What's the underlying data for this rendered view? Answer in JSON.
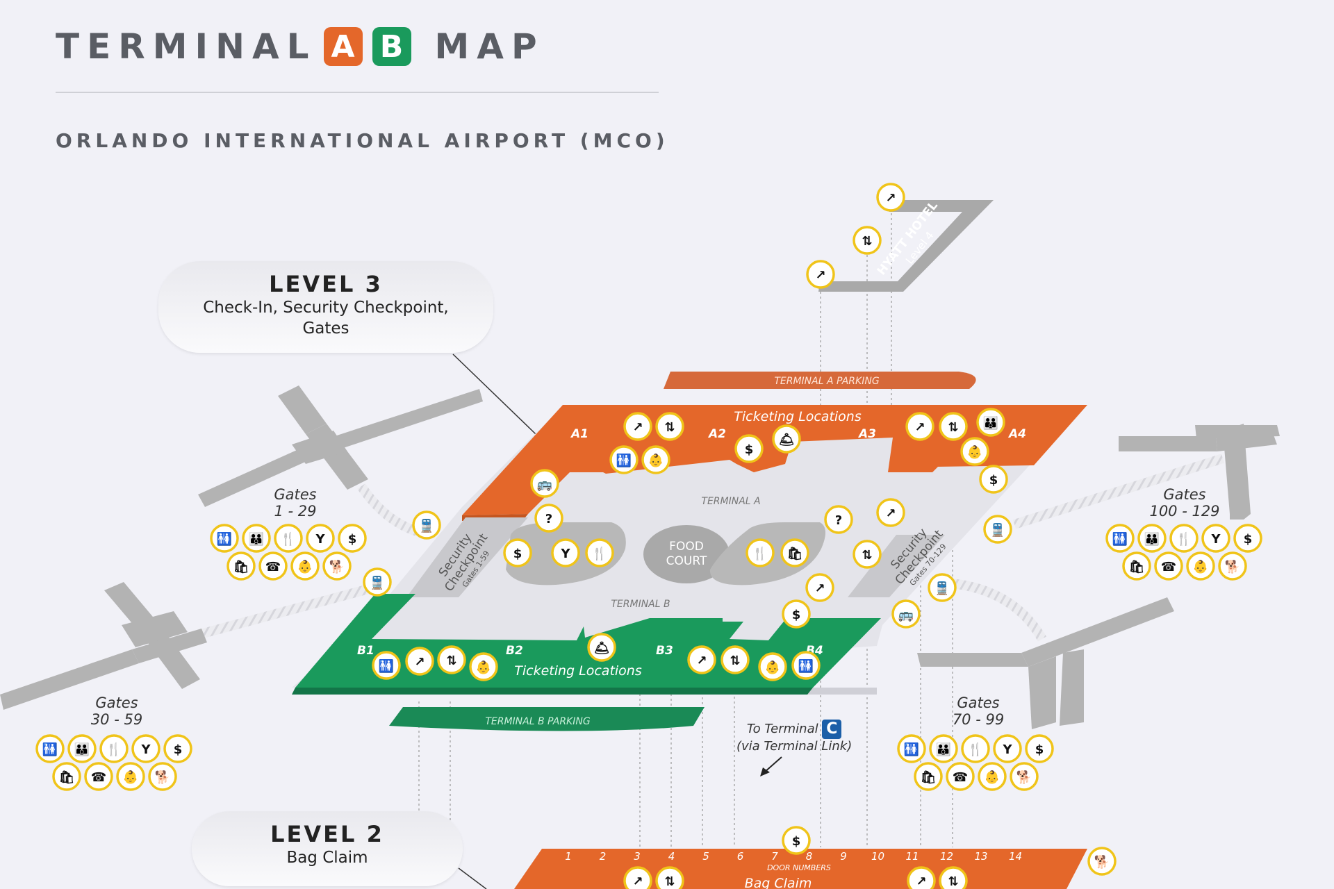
{
  "header": {
    "title_left": "TERMINAL",
    "badge_a": "A",
    "badge_b": "B",
    "title_right": "MAP",
    "subtitle": "ORLANDO INTERNATIONAL AIRPORT (MCO)"
  },
  "level3": {
    "title": "LEVEL 3",
    "line1": "Check-In, Security Checkpoint,",
    "line2": "Gates"
  },
  "level2": {
    "title": "LEVEL 2",
    "line1": "Bag Claim"
  },
  "hotel": {
    "name": "HYATT HOTEL",
    "level": "Level 4"
  },
  "parking": {
    "a": "TERMINAL A PARKING",
    "b": "TERMINAL B PARKING"
  },
  "terminal_a": {
    "ticketing": "Ticketing Locations",
    "zones": [
      "A1",
      "A2",
      "A3",
      "A4"
    ],
    "label": "TERMINAL A"
  },
  "terminal_b": {
    "ticketing": "Ticketing Locations",
    "zones": [
      "B1",
      "B2",
      "B3",
      "B4"
    ],
    "label": "TERMINAL B"
  },
  "food_court": {
    "line1": "FOOD",
    "line2": "COURT"
  },
  "security_west": {
    "line1": "Security",
    "line2": "Checkpoint",
    "gates": "Gates 1-59"
  },
  "security_east": {
    "line1": "Security",
    "line2": "Checkpoint",
    "gates": "Gates 70-129"
  },
  "gate_groups": [
    {
      "label": "Gates",
      "range": "1 - 29"
    },
    {
      "label": "Gates",
      "range": "30 - 59"
    },
    {
      "label": "Gates",
      "range": "100 - 129"
    },
    {
      "label": "Gates",
      "range": "70 - 99"
    }
  ],
  "terminal_c_note": {
    "line1": "To Terminal",
    "badge": "C",
    "line2": "(via Terminal Link)"
  },
  "bag_claim": {
    "label": "Bag Claim",
    "door_numbers_label": "DOOR NUMBERS",
    "doors": [
      "1",
      "2",
      "3",
      "4",
      "5",
      "6",
      "7",
      "8",
      "9",
      "10",
      "11",
      "12",
      "13",
      "14"
    ]
  },
  "amenity_icons": [
    "restroom-icon",
    "family-restroom-icon",
    "restaurant-icon",
    "bar-icon",
    "atm-icon",
    "shop-icon",
    "phone-icon",
    "nursing-icon",
    "pet-relief-icon",
    "escalator-icon",
    "elevator-icon",
    "information-icon",
    "train-icon",
    "service-desk-icon",
    "shuttle-icon",
    "currency-exchange-icon"
  ],
  "colors": {
    "terminal_a": "#e4672a",
    "terminal_b": "#1a9a5c",
    "hub": "#e4e4ea",
    "airside": "#b3b3b3",
    "icon_ring": "#f0c419",
    "background": "#f1f1f7"
  }
}
